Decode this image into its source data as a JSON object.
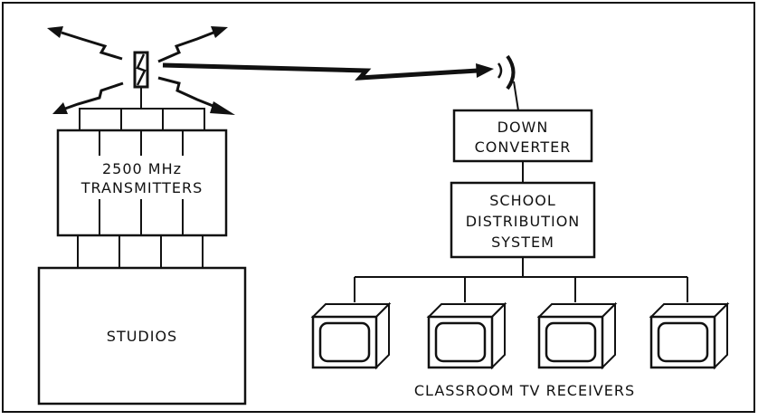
{
  "colors": {
    "ink": "#111111",
    "background": "#ffffff"
  },
  "icons": [
    "broadcast-antenna-icon",
    "radiation-arrow-icon",
    "microwave-link-arrow-icon",
    "receiving-dish-icon",
    "tv-receiver-icon"
  ],
  "transmitters": {
    "line1": "2500 MHz",
    "line2": "TRANSMITTERS"
  },
  "studios": {
    "label": "STUDIOS"
  },
  "down_converter": {
    "line1": "DOWN",
    "line2": "CONVERTER"
  },
  "distribution": {
    "line1": "SCHOOL",
    "line2": "DISTRIBUTION",
    "line3": "SYSTEM"
  },
  "receivers": {
    "caption": "CLASSROOM TV RECEIVERS"
  }
}
